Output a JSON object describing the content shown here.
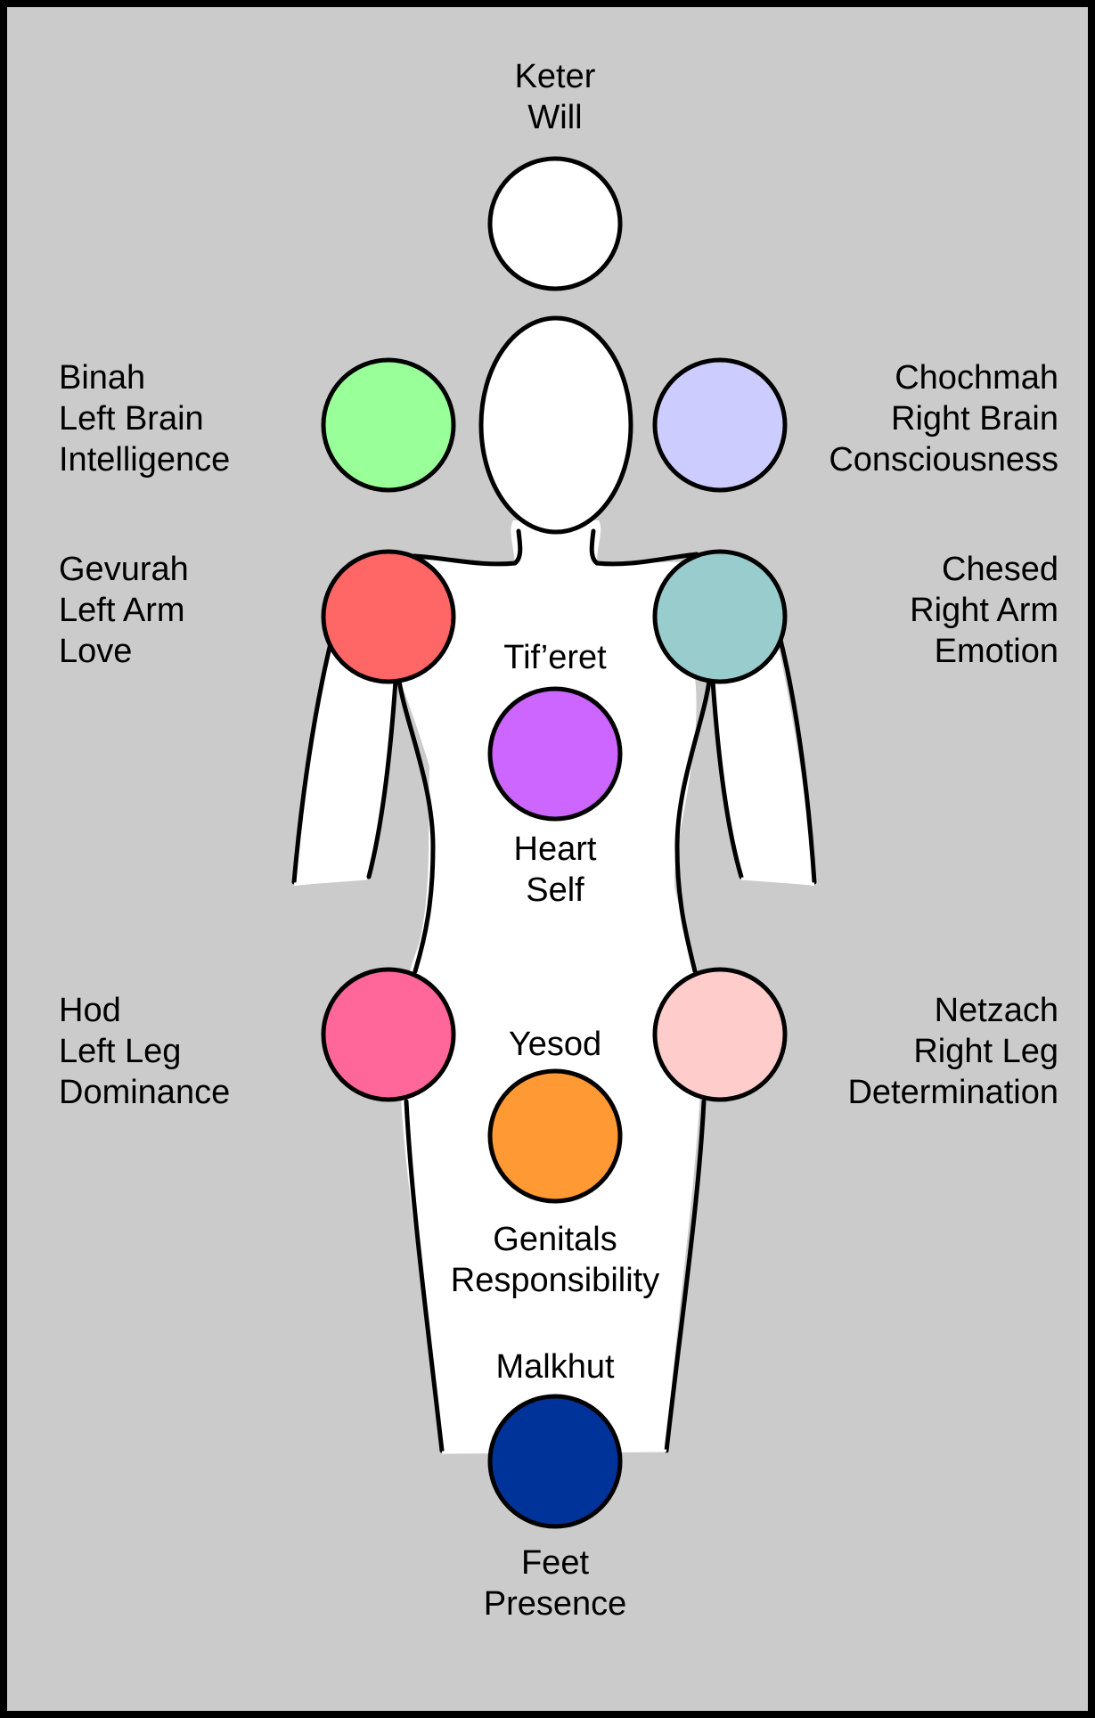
{
  "colors": {
    "background": "#cbcbcb",
    "frame": "#000000",
    "body": "#ffffff",
    "outline": "#000000"
  },
  "sefirot": {
    "keter": {
      "name": "Keter",
      "line2": "Will",
      "color": "#ffffff"
    },
    "binah": {
      "name": "Binah",
      "line2": "Left Brain",
      "line3": "Intelligence",
      "color": "#99ff99"
    },
    "chochmah": {
      "name": "Chochmah",
      "line2": "Right Brain",
      "line3": "Consciousness",
      "color": "#ccccff"
    },
    "gevurah": {
      "name": "Gevurah",
      "line2": "Left Arm",
      "line3": "Love",
      "color": "#ff6666"
    },
    "chesed": {
      "name": "Chesed",
      "line2": "Right Arm",
      "line3": "Emotion",
      "color": "#99cccc"
    },
    "tiferet": {
      "name": "Tif’eret",
      "line2": "Heart",
      "line3": "Self",
      "color": "#cc66ff"
    },
    "hod": {
      "name": "Hod",
      "line2": "Left Leg",
      "line3": "Dominance",
      "color": "#ff6699"
    },
    "netzach": {
      "name": "Netzach",
      "line2": "Right Leg",
      "line3": "Determination",
      "color": "#ffcccc"
    },
    "yesod": {
      "name": "Yesod",
      "line2": "Genitals",
      "line3": "Responsibility",
      "color": "#ff9933"
    },
    "malkhut": {
      "name": "Malkhut",
      "line2": "Feet",
      "line3": "Presence",
      "color": "#003399"
    }
  }
}
